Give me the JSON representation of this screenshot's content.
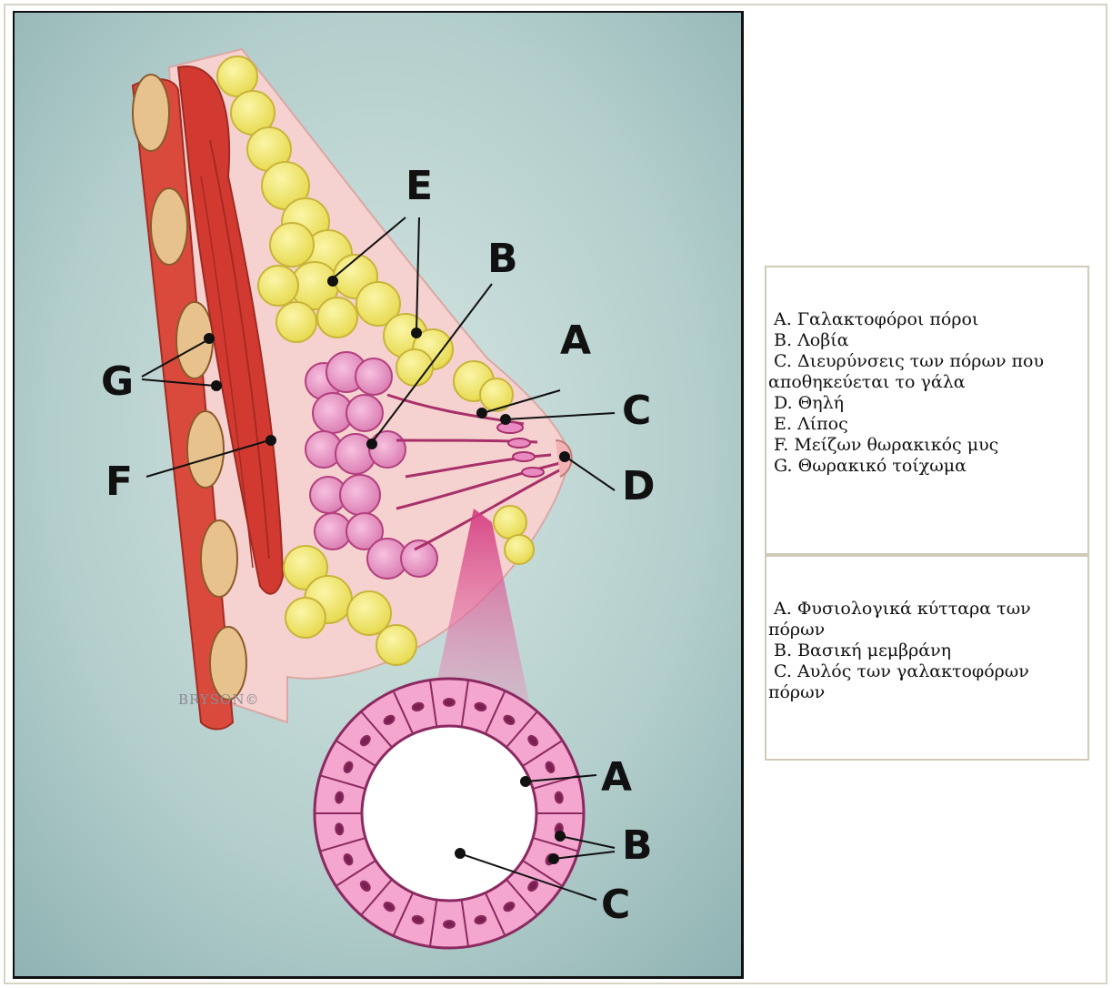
{
  "diagram": {
    "labels": {
      "A": "A",
      "B": "B",
      "C": "C",
      "D": "D",
      "E": "E",
      "F": "F",
      "G": "G",
      "inset_A": "A",
      "inset_B": "B",
      "inset_C": "C"
    },
    "signature": "BRYSON©"
  },
  "legend_breast": {
    "items": [
      " A. Γαλακτοφόροι πόροι",
      " B. Λοβία",
      " C. Διευρύνσεις των πόρων που αποθηκεύεται το γάλα",
      " D. Θηλή",
      " E. Λίπος",
      " F. Μείζων θωρακικός μυς",
      " G. Θωρακικό τοίχωμα"
    ]
  },
  "legend_duct": {
    "items": [
      " A. Φυσιολογικά κύτταρα των πόρων",
      " B. Βασική μεμβράνη",
      " C. Αυλός των γαλακτοφόρων πόρων"
    ]
  },
  "colors": {
    "background": "#b9d3d2",
    "muscle": "#d9453a",
    "fat": "#f3e86a",
    "tissue": "#f6c7c3",
    "lobule": "#e98ac0",
    "rib": "#e8c08a"
  }
}
